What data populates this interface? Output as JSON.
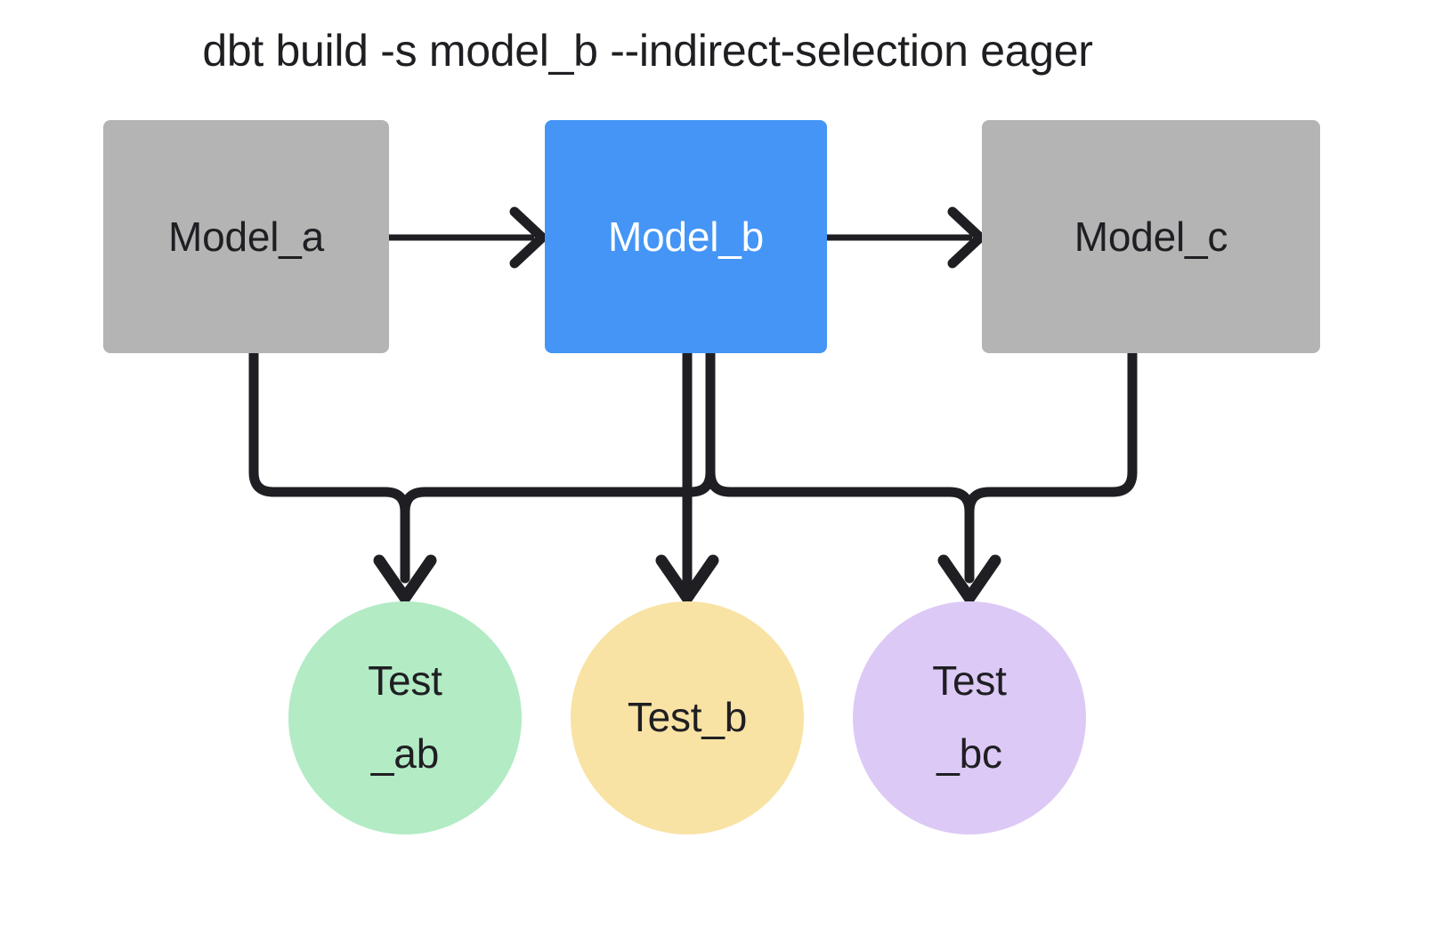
{
  "title": "dbt build -s model_b --indirect-selection eager",
  "colors": {
    "background": "#ffffff",
    "model_gray": "#b4b4b4",
    "model_selected_blue": "#4495f6",
    "test_ab_green": "#b2ebc4",
    "test_b_yellow": "#f8e3a4",
    "test_bc_purple": "#ddc9f6",
    "edge_stroke": "#1f1f23",
    "text_dark": "#1f1f23",
    "text_light": "#ffffff"
  },
  "nodes": {
    "models": [
      {
        "id": "model_a",
        "label": "Model_a",
        "selected": false
      },
      {
        "id": "model_b",
        "label": "Model_b",
        "selected": true
      },
      {
        "id": "model_c",
        "label": "Model_c",
        "selected": false
      }
    ],
    "tests": [
      {
        "id": "test_ab",
        "line1": "Test",
        "line2": "_ab"
      },
      {
        "id": "test_b",
        "line1": "Test_b",
        "line2": ""
      },
      {
        "id": "test_bc",
        "line1": "Test",
        "line2": "_bc"
      }
    ]
  },
  "edges": [
    {
      "from": "model_a",
      "to": "model_b",
      "style": "arrow-right"
    },
    {
      "from": "model_b",
      "to": "model_c",
      "style": "arrow-right"
    },
    {
      "from": "model_a",
      "to": "test_ab",
      "style": "elbow-down"
    },
    {
      "from": "model_b",
      "to": "test_ab",
      "style": "elbow-down"
    },
    {
      "from": "model_b",
      "to": "test_b",
      "style": "straight-down"
    },
    {
      "from": "model_b",
      "to": "test_bc",
      "style": "elbow-down"
    },
    {
      "from": "model_c",
      "to": "test_bc",
      "style": "elbow-down"
    }
  ]
}
